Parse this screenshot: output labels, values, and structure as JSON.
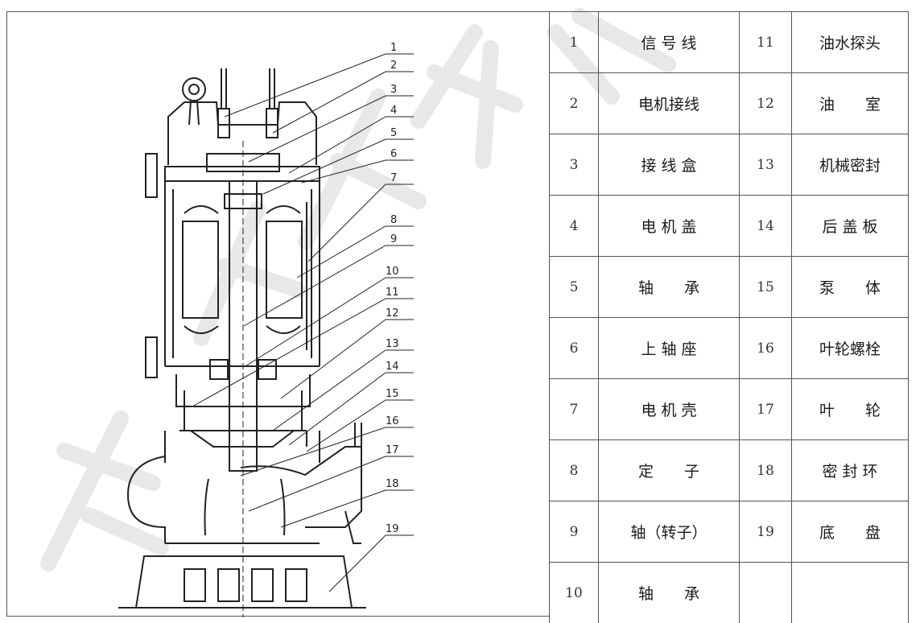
{
  "callouts": [
    "1",
    "2",
    "3",
    "4",
    "5",
    "6",
    "7",
    "8",
    "9",
    "10",
    "11",
    "12",
    "13",
    "14",
    "15",
    "16",
    "17",
    "18",
    "19"
  ],
  "parts": [
    {
      "num": "1",
      "name": "信 号 线",
      "num2": "11",
      "name2": "油水探头"
    },
    {
      "num": "2",
      "name": "电机接线",
      "num2": "12",
      "name2": "油　　室"
    },
    {
      "num": "3",
      "name": "接 线 盒",
      "num2": "13",
      "name2": "机械密封"
    },
    {
      "num": "4",
      "name": "电 机 盖",
      "num2": "14",
      "name2": "后 盖 板"
    },
    {
      "num": "5",
      "name": "轴　　承",
      "num2": "15",
      "name2": "泵　　体"
    },
    {
      "num": "6",
      "name": "上 轴 座",
      "num2": "16",
      "name2": "叶轮螺栓"
    },
    {
      "num": "7",
      "name": "电 机 壳",
      "num2": "17",
      "name2": "叶　　轮"
    },
    {
      "num": "8",
      "name": "定　　子",
      "num2": "18",
      "name2": "密 封 环"
    },
    {
      "num": "9",
      "name": "轴（转子）",
      "num2": "19",
      "name2": "底　　盘"
    },
    {
      "num": "10",
      "name": "轴　　承",
      "num2": "",
      "name2": ""
    }
  ],
  "colors": {
    "line": "#222222",
    "watermark": "#e6e6e6"
  }
}
